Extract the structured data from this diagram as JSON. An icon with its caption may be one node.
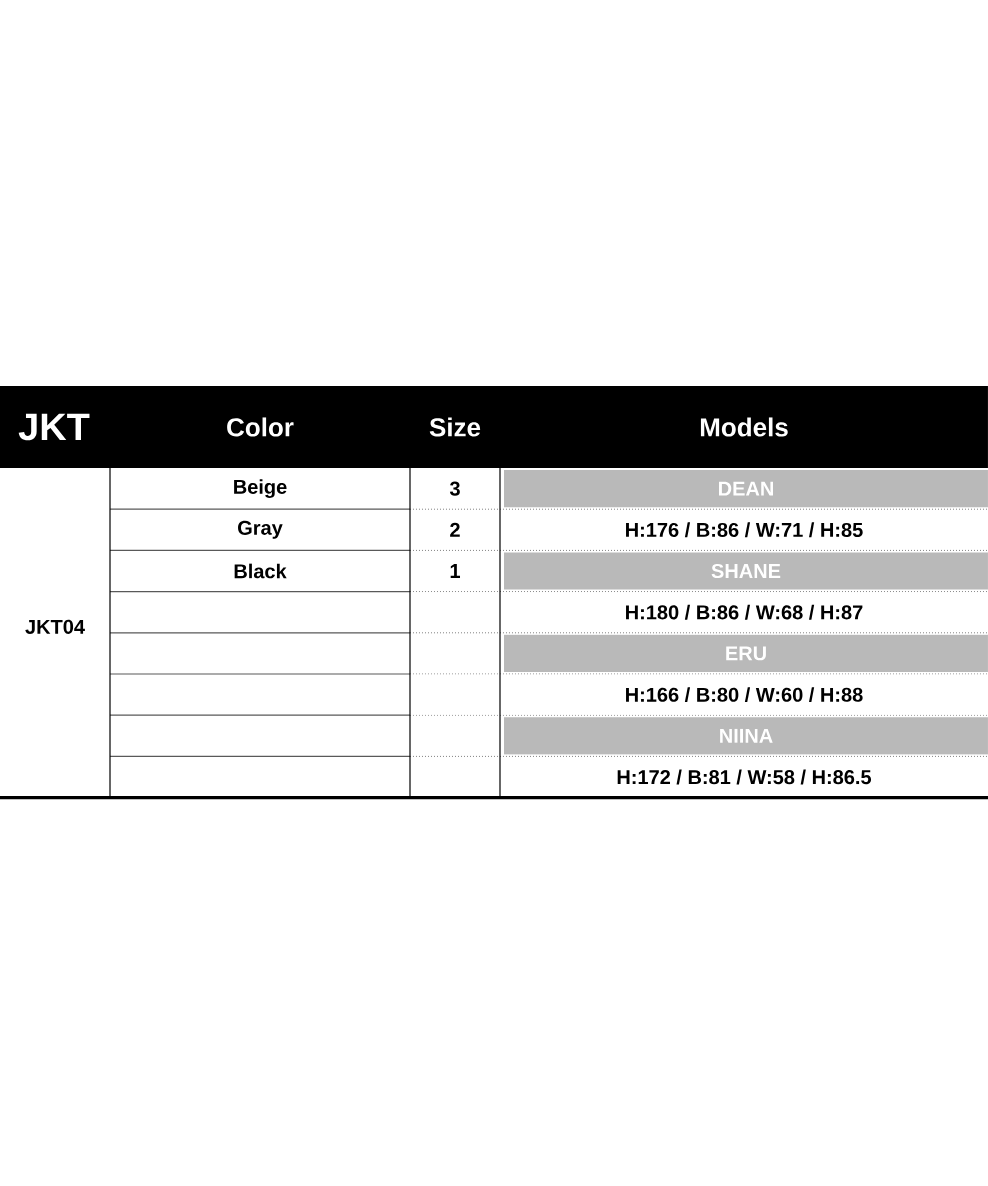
{
  "diagram": {
    "labels": [
      "JKT",
      "Color",
      "Size",
      "Models",
      "JKT04",
      "Beige",
      "3",
      "DEAN",
      "Gray",
      "2",
      "H:176 / B:86 / W:71 / H:85",
      "Black",
      "1",
      "SHANE",
      "H:180 / B:86 / W:68 / H:87",
      "ERU",
      "H:166 / B:80 / W:60 / H:88",
      "NIINA",
      "H:172 / B:81 / W:58 / H:86.5"
    ]
  }
}
